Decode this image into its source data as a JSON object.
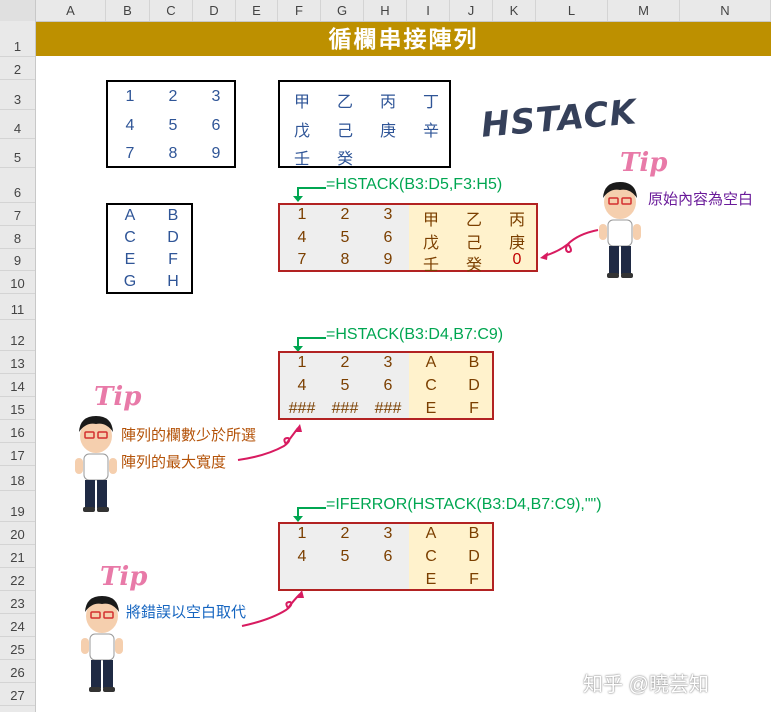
{
  "columns": [
    "A",
    "B",
    "C",
    "D",
    "E",
    "F",
    "G",
    "H",
    "I",
    "J",
    "K",
    "L",
    "M",
    "N"
  ],
  "rows": [
    "1",
    "2",
    "3",
    "4",
    "5",
    "6",
    "7",
    "8",
    "9",
    "10",
    "11",
    "12",
    "13",
    "14",
    "15",
    "16",
    "17",
    "18",
    "19",
    "20",
    "21",
    "22",
    "23",
    "24",
    "25",
    "26",
    "27"
  ],
  "title": "循欄串接陣列",
  "logo": "HSTACK",
  "source_numbers": [
    [
      "1",
      "2",
      "3"
    ],
    [
      "4",
      "5",
      "6"
    ],
    [
      "7",
      "8",
      "9"
    ]
  ],
  "source_stems": [
    [
      "甲",
      "乙",
      "丙",
      "丁"
    ],
    [
      "戊",
      "己",
      "庚",
      "辛"
    ],
    [
      "壬",
      "癸",
      "",
      ""
    ]
  ],
  "source_letters": [
    [
      "A",
      "B"
    ],
    [
      "C",
      "D"
    ],
    [
      "E",
      "F"
    ],
    [
      "G",
      "H"
    ]
  ],
  "example1": {
    "formula": "=HSTACK(B3:D5,F3:H5)",
    "rows": [
      [
        "1",
        "2",
        "3",
        "甲",
        "乙",
        "丙"
      ],
      [
        "4",
        "5",
        "6",
        "戊",
        "己",
        "庚"
      ],
      [
        "7",
        "8",
        "9",
        "壬",
        "癸",
        "0"
      ]
    ],
    "tip_word": "Tip",
    "tip_text": "原始內容為空白"
  },
  "example2": {
    "formula": "=HSTACK(B3:D4,B7:C9)",
    "rows": [
      [
        "1",
        "2",
        "3",
        "A",
        "B"
      ],
      [
        "4",
        "5",
        "6",
        "C",
        "D"
      ],
      [
        "###",
        "###",
        "###",
        "E",
        "F"
      ]
    ],
    "tip_word": "Tip",
    "tip_line1": "陣列的欄數少於所選",
    "tip_line2": "陣列的最大寬度"
  },
  "example3": {
    "formula": "=IFERROR(HSTACK(B3:D4,B7:C9),\"\")",
    "rows": [
      [
        "1",
        "2",
        "3",
        "A",
        "B"
      ],
      [
        "4",
        "5",
        "6",
        "C",
        "D"
      ],
      [
        "",
        "",
        "",
        "E",
        "F"
      ]
    ],
    "tip_word": "Tip",
    "tip_text": "將錯誤以空白取代"
  },
  "watermark": "知乎 @曉芸知",
  "colors": {
    "title_bg": "#bd9000",
    "formula": "#00a651",
    "result_border": "#b22222",
    "highlight": "#fff2cc",
    "tip": "#e87aa8"
  }
}
